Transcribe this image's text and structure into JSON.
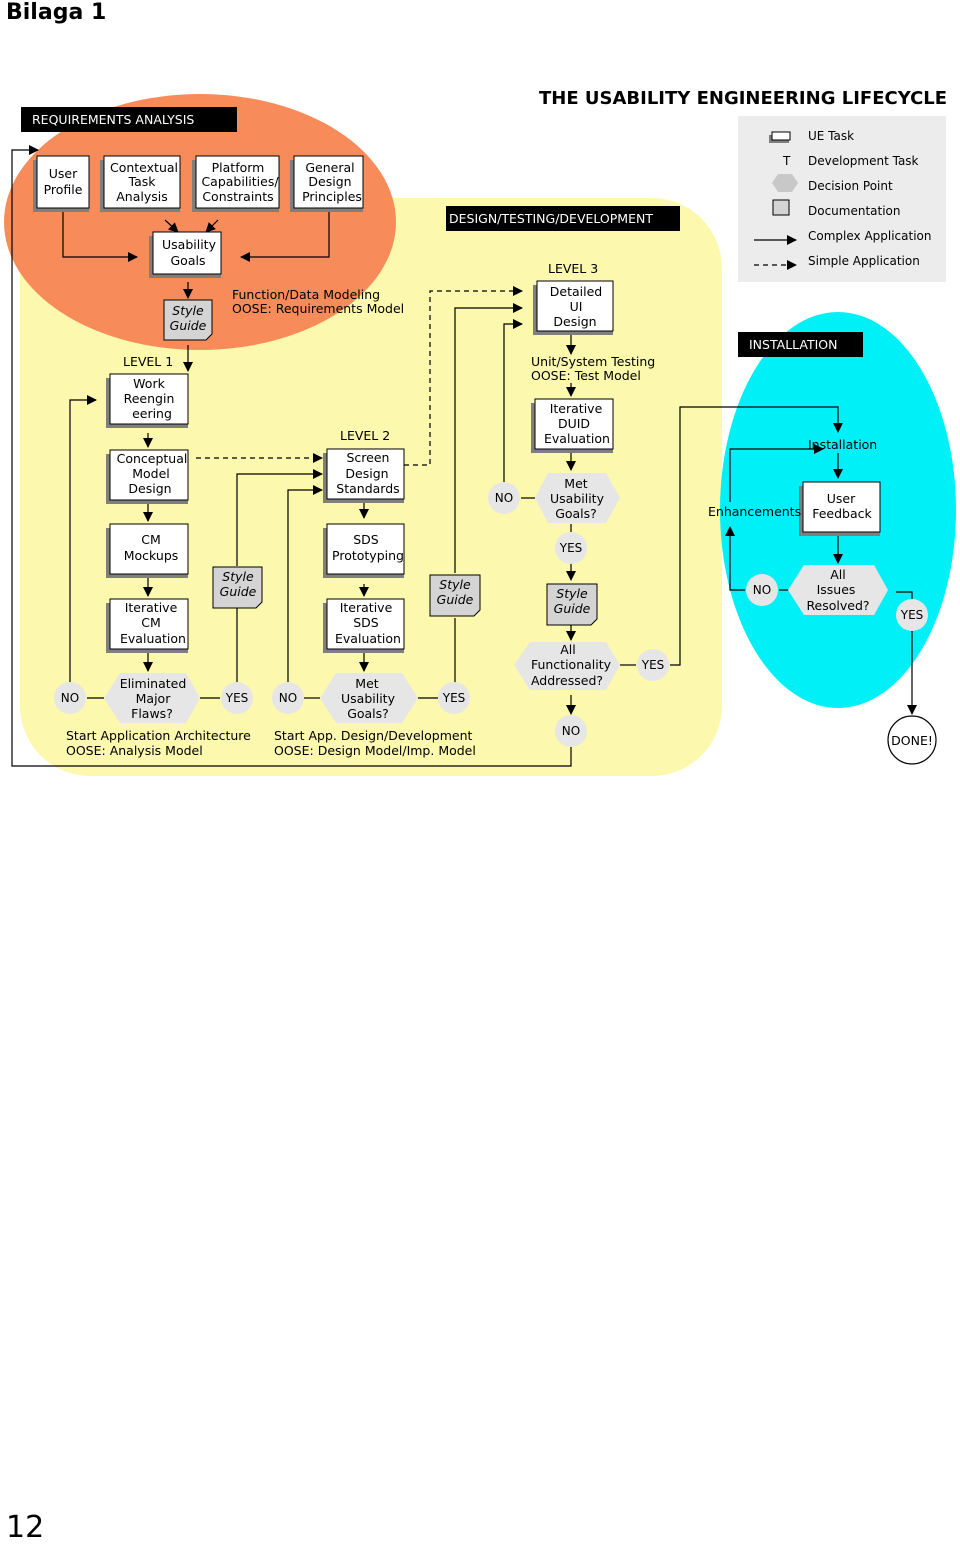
{
  "page": {
    "title": "Bilaga 1",
    "number": "12"
  },
  "diagram": {
    "title": "THE USABILITY ENGINEERING LIFECYCLE",
    "sections": {
      "requirements": "REQUIREMENTS ANALYSIS",
      "design": "DESIGN/TESTING/DEVELOPMENT",
      "installation": "INSTALLATION"
    },
    "legend": {
      "ue_task": "UE Task",
      "dev_task": "Development Task",
      "dev_task_symbol": "T",
      "decision": "Decision Point",
      "documentation": "Documentation",
      "complex": "Complex Application",
      "simple": "Simple Application"
    },
    "requirements": {
      "user_profile": [
        "User",
        "Profile"
      ],
      "contextual": [
        "Contextual",
        "Task",
        "Analysis"
      ],
      "platform": [
        "Platform",
        "Capabilities/",
        "Constraints"
      ],
      "general": [
        "General",
        "Design",
        "Principles"
      ],
      "usability_goals": [
        "Usability",
        "Goals"
      ],
      "style_guide": [
        "Style",
        "Guide"
      ],
      "fdm": [
        "Function/Data Modeling",
        "OOSE:  Requirements Model"
      ]
    },
    "level1": {
      "label": "LEVEL 1",
      "work": [
        "Work",
        "Reengin",
        "eering"
      ],
      "conceptual": [
        "Conceptual",
        "Model",
        "Design"
      ],
      "cm_mockups": [
        "CM",
        "Mockups"
      ],
      "iter_cm": [
        "Iterative",
        "CM",
        "Evaluation"
      ],
      "decision": [
        "Eliminated",
        "Major",
        "Flaws?"
      ],
      "no": "NO",
      "yes": "YES",
      "style_guide": [
        "Style",
        "Guide"
      ],
      "start": [
        "Start  Application Architecture",
        "OOSE:  Analysis Model"
      ]
    },
    "level2": {
      "label": "LEVEL 2",
      "screen": [
        "Screen",
        "Design",
        "Standards"
      ],
      "sds_proto": [
        "SDS",
        "Prototyping"
      ],
      "iter_sds": [
        "Iterative",
        "SDS",
        "Evaluation"
      ],
      "decision": [
        "Met",
        "Usability",
        "Goals?"
      ],
      "no": "NO",
      "yes": "YES",
      "style_guide": [
        "Style",
        "Guide"
      ],
      "start": [
        "Start  App. Design/Development",
        "OOSE:  Design Model/Imp. Model"
      ]
    },
    "level3": {
      "label": "LEVEL 3",
      "detailed": [
        "Detailed",
        "UI",
        "Design"
      ],
      "unit": [
        "Unit/System  Testing",
        "OOSE:  Test Model"
      ],
      "iter_duid": [
        "Iterative",
        "DUID",
        "Evaluation"
      ],
      "decision": [
        "Met",
        "Usability",
        "Goals?"
      ],
      "no": "NO",
      "yes": "YES",
      "style_guide": [
        "Style",
        "Guide"
      ],
      "all_func": [
        "All",
        "Functionality",
        "Addressed?"
      ],
      "yes2": "YES",
      "no2": "NO"
    },
    "installation": {
      "installation": "Installation",
      "user_feedback": [
        "User",
        "Feedback"
      ],
      "enhancements": "Enhancements",
      "all_issues": [
        "All",
        "Issues",
        "Resolved?"
      ],
      "no": "NO",
      "yes": "YES",
      "done": "DONE!"
    }
  },
  "colors": {
    "requirements_bg": "#f78c5a",
    "design_bg": "#fcf8ae",
    "installation_bg": "#00f0f8",
    "legend_bg": "#ececec"
  }
}
